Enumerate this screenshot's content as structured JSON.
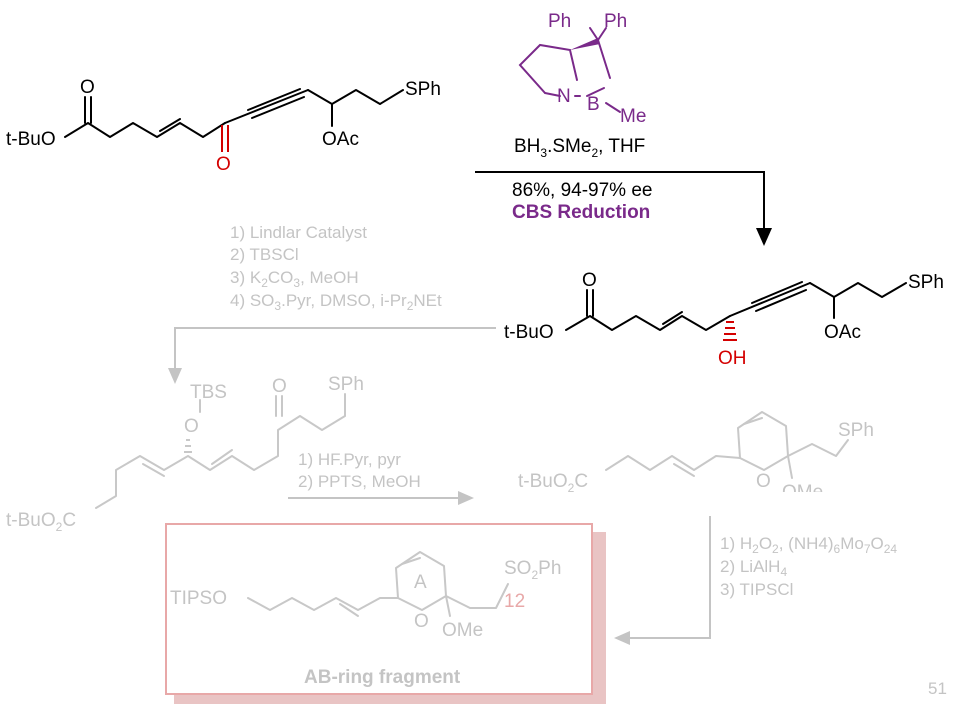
{
  "colors": {
    "black": "#000000",
    "red": "#d40000",
    "purple": "#7a2a8a",
    "gray": "#c4c4c4",
    "pink": "#e8a8a8",
    "box_shadow": "#e9c4c4"
  },
  "top_reactant": {
    "ester": "t-BuO",
    "carbonyl_O": "O",
    "ketone_O": "O",
    "acetate": "OAc",
    "thioether": "SPh"
  },
  "catalyst": {
    "ph1": "Ph",
    "ph2": "Ph",
    "N": "N",
    "B": "B",
    "me": "Me"
  },
  "step1": {
    "reagent_main": "BH",
    "reagent_sub1": "3",
    "reagent_mid": ".SMe",
    "reagent_sub2": "2",
    "reagent_end": ", THF",
    "yield": "86%, 94-97% ee",
    "name": "CBS Reduction"
  },
  "product1": {
    "ester": "t-BuO",
    "carbonyl_O": "O",
    "hydroxyl": "OH",
    "acetate": "OAc",
    "thioether": "SPh"
  },
  "step2": {
    "l1": "1) Lindlar Catalyst",
    "l2": "2) TBSCl",
    "l3a": "3) K",
    "l3s": "2",
    "l3b": "CO",
    "l3s2": "3",
    "l3c": ", MeOH",
    "l4a": "4) SO",
    "l4s": "3",
    "l4b": ".Pyr, DMSO, i-Pr",
    "l4s2": "2",
    "l4c": "NEt"
  },
  "intermediate2": {
    "tbs": "TBS",
    "O": "O",
    "ketone_O": "O",
    "thioether": "SPh",
    "ester_a": "t-BuO",
    "ester_s": "2",
    "ester_b": "C"
  },
  "step3": {
    "l1": "1) HF.Pyr, pyr",
    "l2": "2) PPTS, MeOH"
  },
  "intermediate3": {
    "ester_a": "t-BuO",
    "ester_s": "2",
    "ester_b": "C",
    "ring_O": "O",
    "ome": "OMe",
    "thioether": "SPh"
  },
  "step4": {
    "l1a": "1) H",
    "l1s": "2",
    "l1b": "O",
    "l1s2": "2",
    "l1c": ", (NH4)",
    "l1s3": "6",
    "l1d": "Mo",
    "l1s4": "7",
    "l1e": "O",
    "l1s5": "24",
    "l2a": "2) LiAlH",
    "l2s": "4",
    "l3": "3) TIPSCl"
  },
  "fragment": {
    "tips": "TIPSO",
    "ring_label": "A",
    "ring_O": "O",
    "ome": "OMe",
    "so2ph_a": "SO",
    "so2ph_s": "2",
    "so2ph_b": "Ph",
    "c12": "12",
    "caption": "AB-ring fragment"
  },
  "page_number": "51"
}
